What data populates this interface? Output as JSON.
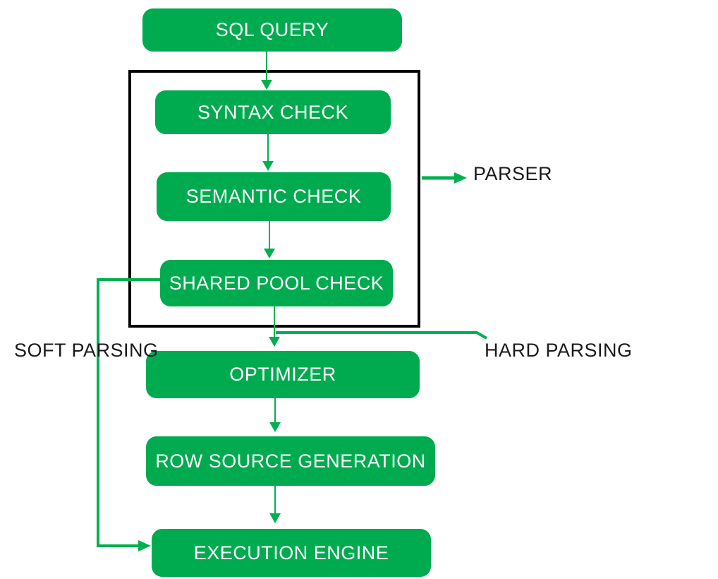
{
  "diagram": {
    "title_hint": "SQL query processing flowchart",
    "nodes": {
      "sql_query": {
        "label": "SQL QUERY"
      },
      "syntax_check": {
        "label": "SYNTAX CHECK"
      },
      "semantic_check": {
        "label": "SEMANTIC CHECK"
      },
      "shared_pool_check": {
        "label": "SHARED POOL CHECK"
      },
      "optimizer": {
        "label": "OPTIMIZER"
      },
      "row_source_generation": {
        "label": "ROW SOURCE GENERATION"
      },
      "execution_engine": {
        "label": "EXECUTION ENGINE"
      }
    },
    "group": {
      "contains": [
        "SYNTAX CHECK",
        "SEMANTIC CHECK",
        "SHARED POOL CHECK"
      ],
      "callout_label": "PARSER"
    },
    "annotations": {
      "parser": "PARSER",
      "soft_parsing": "SOFT PARSING",
      "hard_parsing": "HARD PARSING"
    },
    "edges": [
      {
        "from": "SQL QUERY",
        "to": "SYNTAX CHECK"
      },
      {
        "from": "SYNTAX CHECK",
        "to": "SEMANTIC CHECK"
      },
      {
        "from": "SEMANTIC CHECK",
        "to": "SHARED POOL CHECK"
      },
      {
        "from": "SHARED POOL CHECK",
        "to": "OPTIMIZER",
        "label": "HARD PARSING"
      },
      {
        "from": "SHARED POOL CHECK",
        "to": "EXECUTION ENGINE",
        "label": "SOFT PARSING"
      },
      {
        "from": "OPTIMIZER",
        "to": "ROW SOURCE GENERATION"
      },
      {
        "from": "ROW SOURCE GENERATION",
        "to": "EXECUTION ENGINE"
      }
    ],
    "colors": {
      "node_fill": "#00AB50",
      "node_text": "#FFFFFF",
      "arrow": "#00B050",
      "group_border": "#000000",
      "annotation_text": "#1A1A1A",
      "background": "#FFFFFF"
    }
  }
}
